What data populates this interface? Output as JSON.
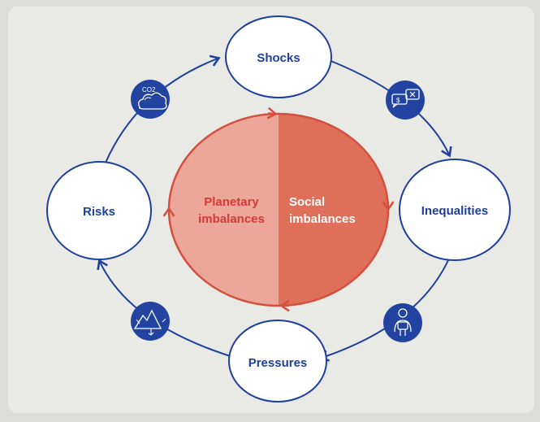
{
  "diagram": {
    "center": {
      "left_lines": [
        "Planetary",
        "imbalances"
      ],
      "right_lines": [
        "Social",
        "imbalances"
      ]
    },
    "nodes": {
      "shocks": "Shocks",
      "inequalities": "Inequalities",
      "pressures": "Pressures",
      "risks": "Risks"
    },
    "icons": {
      "top_left": "co2-cloud-icon",
      "top_right": "money-chat-icon",
      "bottom_right": "person-icon",
      "bottom_left": "mountain-landscape-icon"
    },
    "co2_label": "CO2"
  },
  "colors": {
    "background": "#e9e9e6",
    "frame": "#dcdcd8",
    "navy": "#1e3f9c",
    "icon_fill": "#22439f",
    "planetary_fill": "#eca69a",
    "social_fill": "#e06f5a",
    "center_stroke": "#d4503f",
    "planetary_text": "#d43b36",
    "social_text": "#ffffff"
  }
}
